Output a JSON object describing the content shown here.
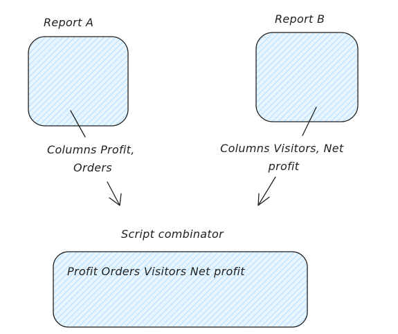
{
  "diagram": {
    "report_a": {
      "title": "Report A",
      "caption": [
        "Columns Profit,",
        "Orders"
      ]
    },
    "report_b": {
      "title": "Report B",
      "caption": [
        "Columns Visitors, Net",
        "profit"
      ]
    },
    "combinator": {
      "title": "Script combinator",
      "content": "Profit Orders Visitors Net profit"
    }
  },
  "colors": {
    "stroke": "#1e1e1e",
    "fill_light_blue": "#e7f5ff",
    "hatch_blue": "#a5d8ff",
    "background": "#ffffff"
  }
}
